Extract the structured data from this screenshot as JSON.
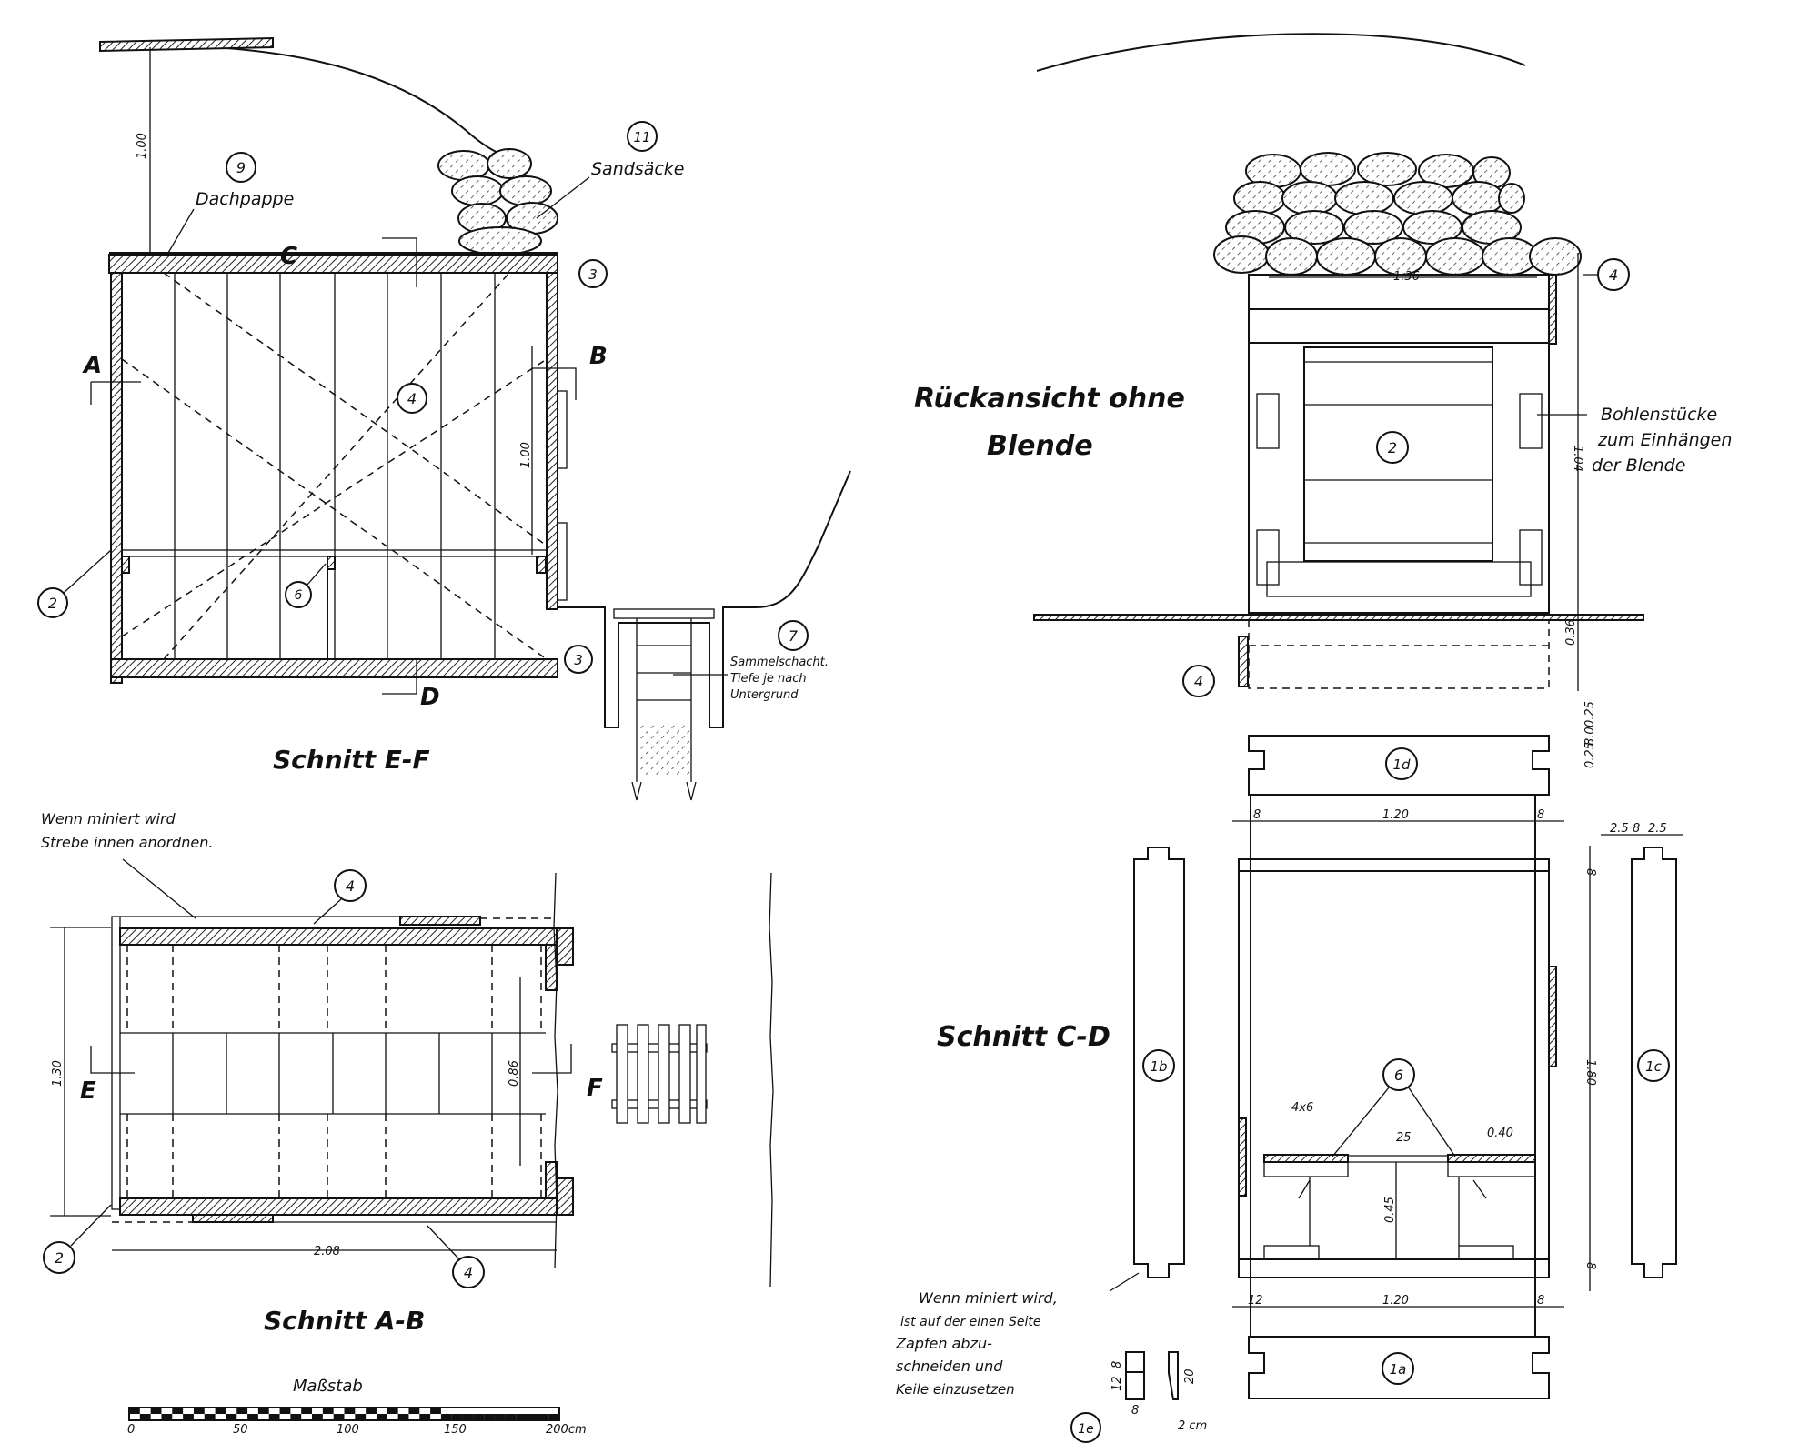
{
  "section_ef": {
    "title": "Schnitt E-F",
    "dim_top": "1.00",
    "dim_door": "1.00",
    "roof_label": "Dachpappe",
    "sandbag_label": "Sandsäcke",
    "sump_label": [
      "Sammelschacht.",
      "Tiefe je nach",
      "Untergrund"
    ],
    "cut_markers": [
      "A",
      "B",
      "C",
      "D"
    ],
    "part_numbers": [
      "9",
      "11",
      "3",
      "4",
      "2",
      "6",
      "3",
      "7"
    ]
  },
  "rear_view": {
    "title": [
      "Rückansicht ohne",
      "Blende"
    ],
    "dim_width": "1.36",
    "dim_height": "1.04",
    "dim_depth": "0.36",
    "note": [
      "Bohlenstücke",
      "zum Einhängen",
      "der Blende"
    ],
    "part_numbers": [
      "4",
      "2",
      "4"
    ]
  },
  "section_cd": {
    "title": "Schnitt C-D",
    "part_numbers": [
      "1d",
      "1a",
      "1b",
      "1c",
      "6",
      "1e"
    ],
    "dims": {
      "top_left": "8",
      "top_width": "1.20",
      "top_right": "8",
      "bottom_left": "12",
      "bottom_width": "1.20",
      "bottom_right": "8",
      "height": "1.80",
      "top_beam": "8",
      "bottom_beam": "8",
      "seat_height": "0.45",
      "seat_depth": "0.40",
      "seat_gap": "25",
      "seat_board": "4x6",
      "slot": [
        "0.25",
        "8.0",
        "0.25"
      ],
      "post": [
        "2.5",
        "8",
        "2.5"
      ],
      "wedge_h": [
        "8",
        "12"
      ],
      "wedge_w": "8",
      "wedge_len": "20",
      "wedge_t": "2 cm"
    },
    "note": [
      "Wenn miniert wird,",
      "ist auf der einen Seite",
      "Zapfen abzu-",
      "schneiden und",
      "Keile einzusetzen"
    ]
  },
  "section_ab": {
    "title": "Schnitt A-B",
    "note": [
      "Wenn miniert wird",
      "Strebe innen anordnen."
    ],
    "dim_height": "1.30",
    "dim_door": "0.86",
    "dim_width": "2.08",
    "cut_markers": [
      "E",
      "F"
    ],
    "part_numbers": [
      "4",
      "4",
      "2"
    ]
  },
  "scale": {
    "label": "Maßstab",
    "ticks": [
      "0",
      "50",
      "100",
      "150",
      "200cm"
    ]
  }
}
